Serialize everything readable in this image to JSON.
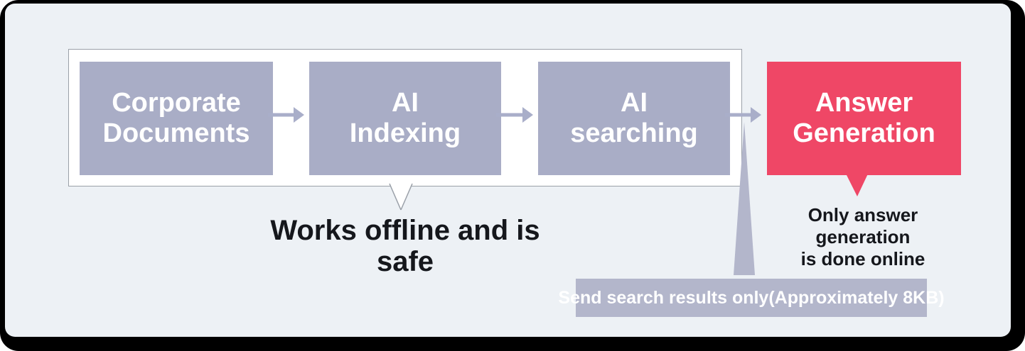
{
  "diagram": {
    "boxes": [
      {
        "id": "corporate-documents",
        "label": "Corporate\nDocuments"
      },
      {
        "id": "ai-indexing",
        "label": "AI\nIndexing"
      },
      {
        "id": "ai-searching",
        "label": "AI\nsearching"
      },
      {
        "id": "answer-generation",
        "label": "Answer\nGeneration"
      }
    ],
    "callout_offline": "Works offline and is safe",
    "callout_online": "Only answer\ngeneration\nis done online",
    "transfer_label": "Send search results only(Approximately 8KB)"
  },
  "colors": {
    "box_lavender": "#a9adc6",
    "arrow_lavender": "#a9aec9",
    "connector_lavender": "#b3b6cb",
    "accent_pink": "#ef4766",
    "card_background": "#edf1f5",
    "container_border": "#9aa0a8",
    "text_dark": "#15171c",
    "text_white": "#ffffff"
  }
}
